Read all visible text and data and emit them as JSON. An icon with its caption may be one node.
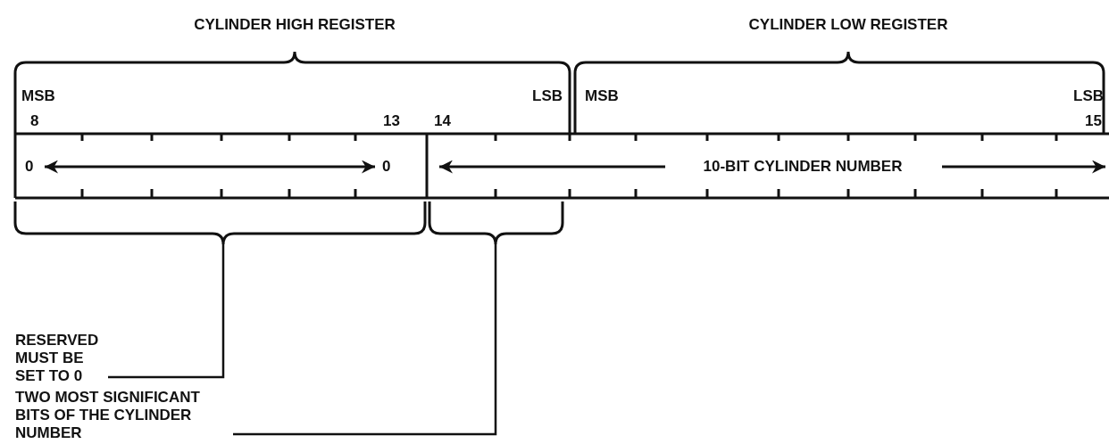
{
  "diagram": {
    "nodes": [
      {
        "text": [
          "RESERVED MUST BE SET TO 0"
        ]
      },
      {
        "text": [],
        "shape": "bracket"
      },
      {
        "text": [
          "TWO MOST SIGNIFICANT BITS OF THE CYLINDER NUMBER"
        ]
      },
      {
        "text": [],
        "shape": "bracket"
      }
    ],
    "edges": [
      {
        "from": 0,
        "to": 1,
        "arrow": "none"
      },
      {
        "from": 2,
        "to": 3,
        "arrow": "none"
      }
    ],
    "labels": [
      "CYLINDER HIGH REGISTER",
      "CYLINDER LOW REGISTER",
      "MSB",
      "LSB",
      "MSB",
      "LSB",
      "8",
      "13",
      "14",
      "15",
      "0",
      "0",
      "10-BIT CYLINDER NUMBER"
    ]
  }
}
